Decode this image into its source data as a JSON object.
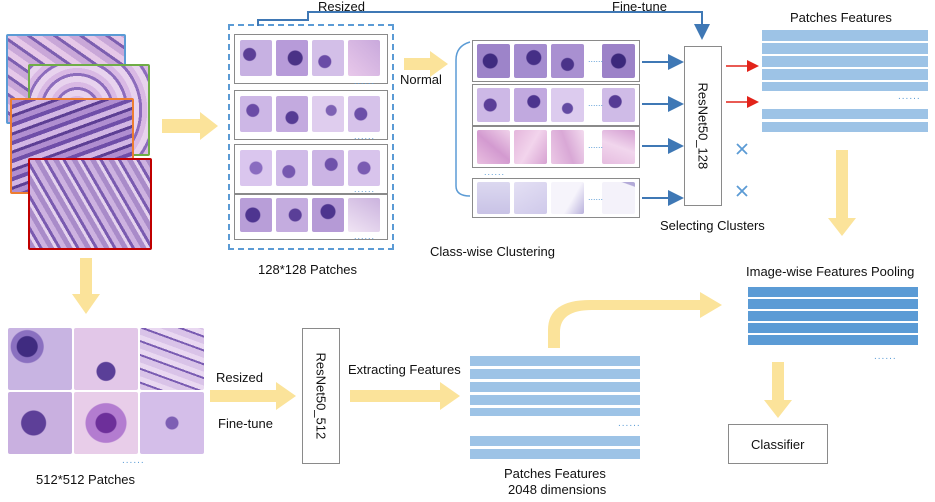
{
  "labels": {
    "resized_top": "Resized",
    "fine_tune_top": "Fine-tune",
    "patches_features_top": "Patches Features",
    "normal": "Normal",
    "resnet128": "ResNet50_128",
    "patches_128": "128*128 Patches",
    "class_wise_clustering": "Class-wise Clustering",
    "selecting_clusters": "Selecting Clusters",
    "image_wise_pooling": "Image-wise Features Pooling",
    "resized_bottom": "Resized",
    "fine_tune_bottom": "Fine-tune",
    "extracting_features": "Extracting Features",
    "resnet512": "ResNet50_512",
    "patches_512": "512*512 Patches",
    "patches_features_bottom_1": "Patches Features",
    "patches_features_bottom_2": "2048 dimensions",
    "classifier": "Classifier",
    "ellipsis": "......"
  },
  "colors": {
    "arrow_yellow": "#fbe39a",
    "arrow_blue": "#3f78b5",
    "arrow_red": "#e2231a",
    "feature_light": "#9dc3e6",
    "feature_dark": "#5b9bd5",
    "frame_blue": "#5b9bd5",
    "frame_green": "#70ad47",
    "frame_orange": "#ed7d31",
    "frame_red": "#c00000",
    "cross": "#5b9bd5"
  }
}
